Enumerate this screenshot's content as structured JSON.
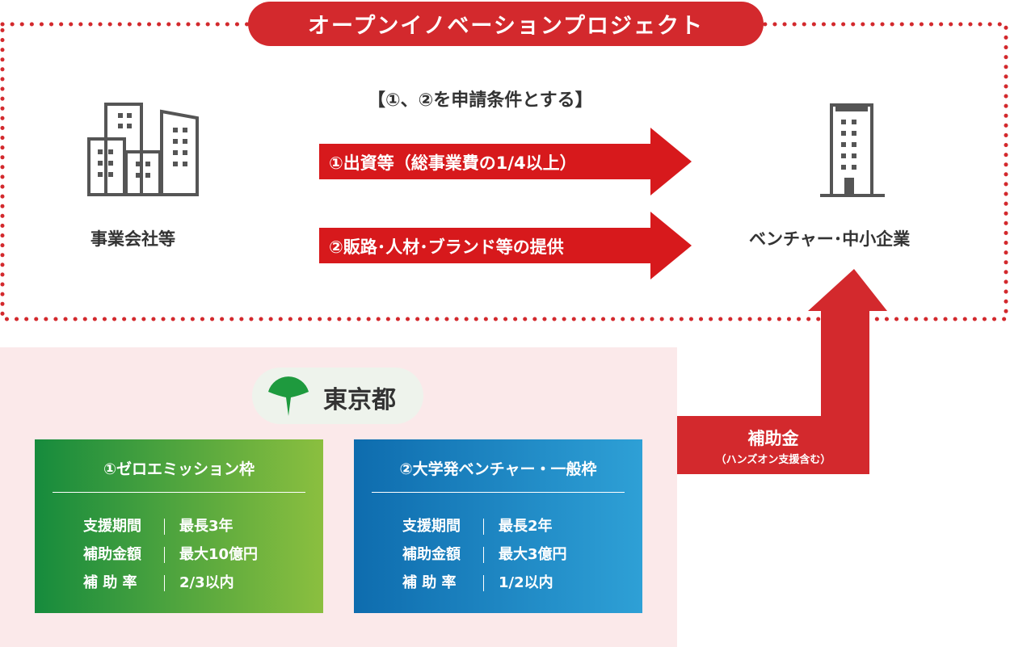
{
  "title": "オープンイノベーションプロジェクト",
  "condition": "【①、②を申請条件とする】",
  "left_label": "事業会社等",
  "right_label": "ベンチャー･中小企業",
  "arrows": [
    "①出資等（総事業費の1/4以上）",
    "②販路･人材･ブランド等の提供"
  ],
  "tokyo": "東京都",
  "subsidy": {
    "label": "補助金",
    "note": "（ハンズオン支援含む）"
  },
  "boxes": [
    {
      "title": "①ゼロエミッション枠",
      "rows": [
        {
          "k": "支援期間",
          "v": "最長3年"
        },
        {
          "k": "補助金額",
          "v": "最大10億円"
        },
        {
          "k": "補 助 率",
          "v": "2/3以内"
        }
      ]
    },
    {
      "title": "②大学発ベンチャー・一般枠",
      "rows": [
        {
          "k": "支援期間",
          "v": "最長2年"
        },
        {
          "k": "補助金額",
          "v": "最大3億円"
        },
        {
          "k": "補 助 率",
          "v": "1/2以内"
        }
      ]
    }
  ],
  "colors": {
    "red": "#d3292d",
    "pink": "#fbe9ea"
  }
}
